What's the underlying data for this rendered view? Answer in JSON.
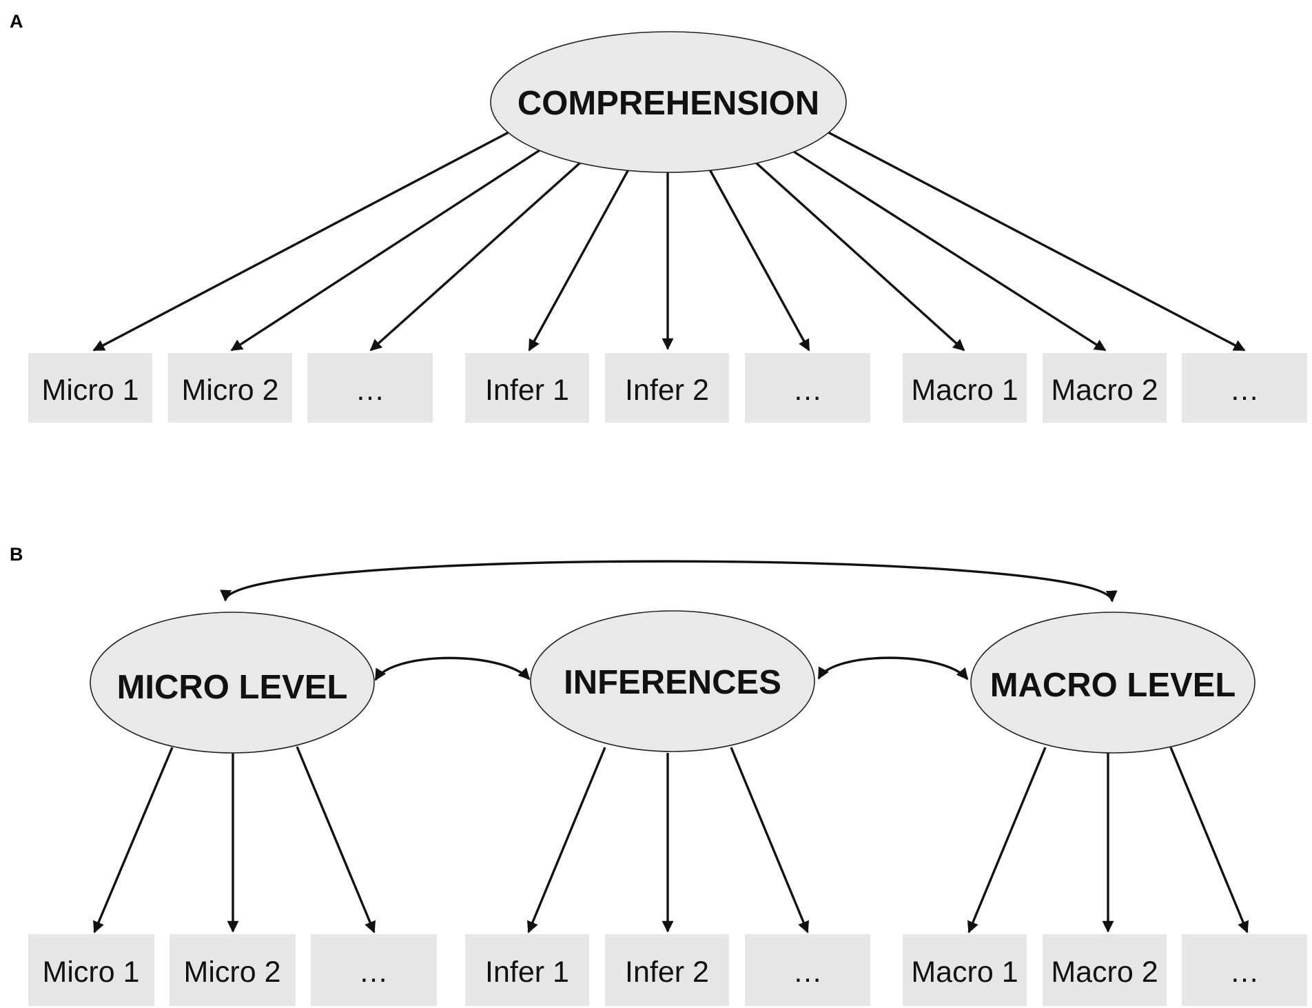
{
  "panel_a": {
    "letter": "A",
    "factor": "COMPREHENSION",
    "indicators": [
      "Micro 1",
      "Micro 2",
      "…",
      "Infer 1",
      "Infer 2",
      "…",
      "Macro 1",
      "Macro 2",
      "…"
    ]
  },
  "panel_b": {
    "letter": "B",
    "factors": [
      "MICRO LEVEL",
      "INFERENCES",
      "MACRO LEVEL"
    ],
    "indicators": [
      "Micro 1",
      "Micro 2",
      "…",
      "Infer 1",
      "Infer 2",
      "…",
      "Macro 1",
      "Macro 2",
      "…"
    ]
  },
  "colors": {
    "node_fill": "#e9e9e9",
    "box_fill": "#e6e6e6",
    "stroke": "#111111"
  }
}
